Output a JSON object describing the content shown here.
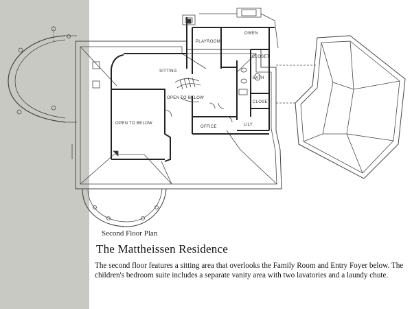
{
  "plan": {
    "room_labels": {
      "owen": "OWEN",
      "playroom": "PLAYROOM",
      "closet_top": "CLOSET",
      "sitting": "SITTING",
      "bath": "BATH",
      "open_to_below_stair": "OPEN TO BELOW",
      "closet_bottom": "CLOSET",
      "open_to_below_left": "OPEN TO BELOW",
      "office": "OFFICE",
      "lily": "LILY"
    }
  },
  "caption": {
    "subtitle": "Second Floor Plan",
    "title": "The Mattheissen Residence",
    "description": "The second floor features a sitting area that overlooks the Family Room and Entry Foyer below.  The children's bedroom suite includes a separate vanity area with two lavatories and a laundy chute."
  }
}
